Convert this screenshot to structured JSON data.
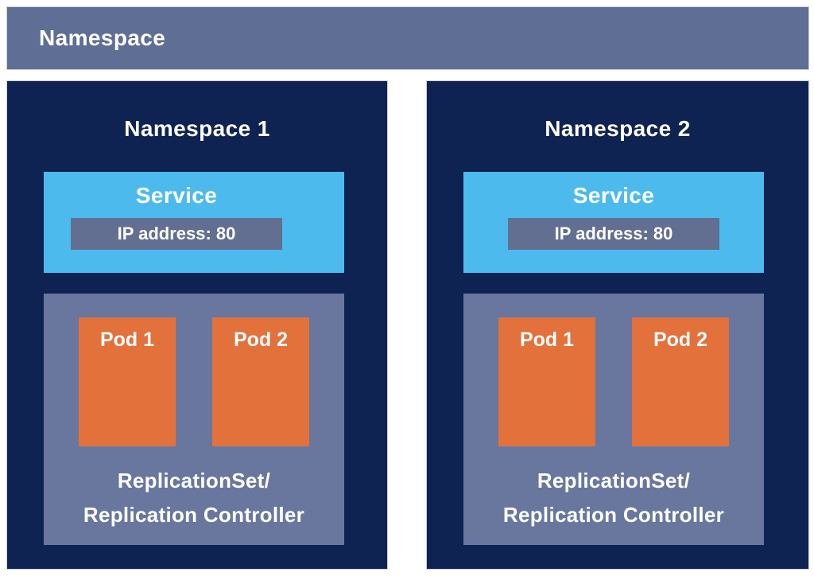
{
  "header": {
    "label": "Namespace"
  },
  "colors": {
    "page_bg": "#ffffff",
    "frame_border": "#ccd2e0",
    "header_bg": "#5e6e94",
    "panel_bg": "#0e2352",
    "service_bg": "#4dbaee",
    "ip_bg": "#626f91",
    "rc_bg": "#69779f",
    "pod_bg": "#e2713c",
    "text": "#ffffff"
  },
  "namespaces": [
    {
      "title": "Namespace 1",
      "service": {
        "label": "Service",
        "ip_label": "IP address: 80"
      },
      "controller": {
        "pods": [
          "Pod 1",
          "Pod 2"
        ],
        "label_lines": [
          "ReplicationSet/",
          "Replication Controller"
        ]
      }
    },
    {
      "title": "Namespace 2",
      "service": {
        "label": "Service",
        "ip_label": "IP address: 80"
      },
      "controller": {
        "pods": [
          "Pod 1",
          "Pod 2"
        ],
        "label_lines": [
          "ReplicationSet/",
          "Replication Controller"
        ]
      }
    }
  ]
}
